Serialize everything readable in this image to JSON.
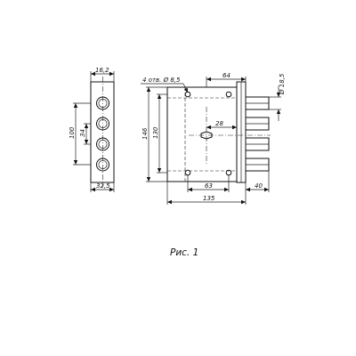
{
  "figure": {
    "caption": "Рис. 1"
  },
  "front_view": {
    "dims": {
      "width_top": "16,2",
      "height_total": "100",
      "pitch": "34",
      "width_bottom": "32,5"
    }
  },
  "side_view": {
    "dims": {
      "holes_note": "4 отв. Ø 8,5",
      "top_offset": "64",
      "bolt_diameter": "Ø 18,5",
      "height_outer": "146",
      "height_inner": "130",
      "center_offset": "28",
      "hole_spacing": "63",
      "bolt_protrusion": "40",
      "body_width": "135"
    }
  }
}
